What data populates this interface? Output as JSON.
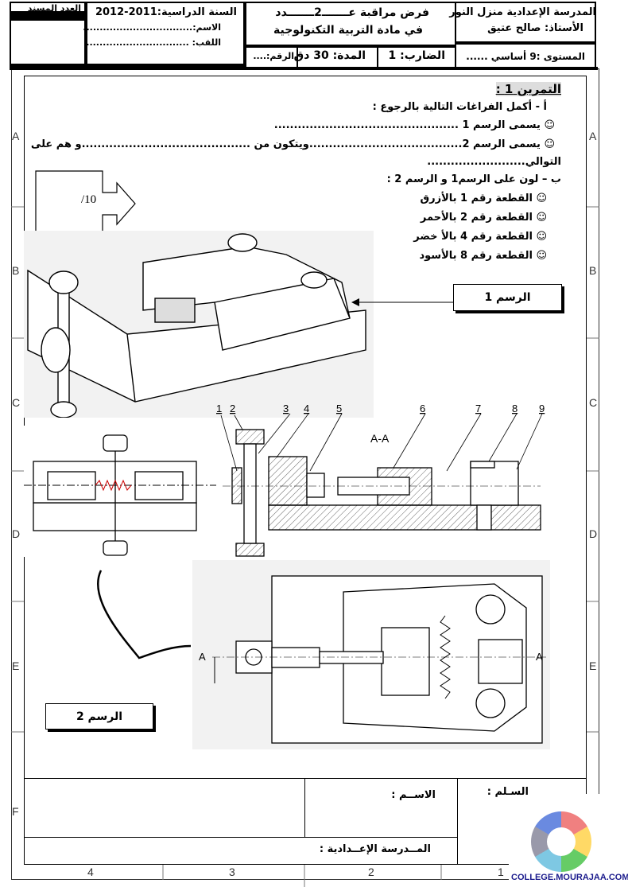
{
  "header": {
    "school": "المدرسة الإعدادية منزل النور",
    "teacher": "الأستاذ: صالح عتيق",
    "level": "المستوى :9 أساسي ......",
    "title_line1": "فرض مراقبة عـــــــ2ـــــــدد",
    "title_line2": "في مادة التربية التكنولوجية",
    "coefficient": "الضارب: 1",
    "duration": "المدة: 30 دق",
    "number": "الرقم:....",
    "school_year": "السنة الدراسية:2011-2012",
    "name": "الاسم:.................................",
    "surname": "اللقب: ...............................",
    "grade_label": "العدد المسند"
  },
  "exercise": {
    "title": "التمرين 1 :",
    "part_a": "أ -  أكمل الفراغات التالية بالرجوع :",
    "q1": "☺ يسمى الرسم 1 ...............................................",
    "q2": "☺ يسمى الرسم 2.......................................ويتكون من ...........................................و هم على",
    "q2_cont": "التوالي.........................",
    "part_b": "ب – لون على الرسم1 و الرسم 2 :",
    "colors": [
      "☺ القطعة رقم 1 بالأزرق",
      "☺ القطعة رقم 2 بالأحمر",
      "☺ القطعة رقم 4 بالأ خضر",
      "☺ القطعة رقم 8 بالأسود"
    ],
    "score": "/10"
  },
  "drawings": {
    "label1": "الرسم 1",
    "label2": "الرسم 2",
    "section": "A-A",
    "cut_mark": "A",
    "part_numbers": [
      "1",
      "2",
      "3",
      "4",
      "5",
      "6",
      "7",
      "8",
      "9"
    ]
  },
  "frame": {
    "rows": [
      "A",
      "B",
      "C",
      "D",
      "E",
      "F"
    ],
    "cols": [
      "4",
      "3",
      "2",
      "1"
    ]
  },
  "title_block": {
    "scale": "السـلم :",
    "name": "الاســم :",
    "school": "المــدرسة الإعــدادية :"
  },
  "logo": {
    "text": "COLLEGE.MOURAJAA.COM",
    "color": "#1a1a8c"
  }
}
